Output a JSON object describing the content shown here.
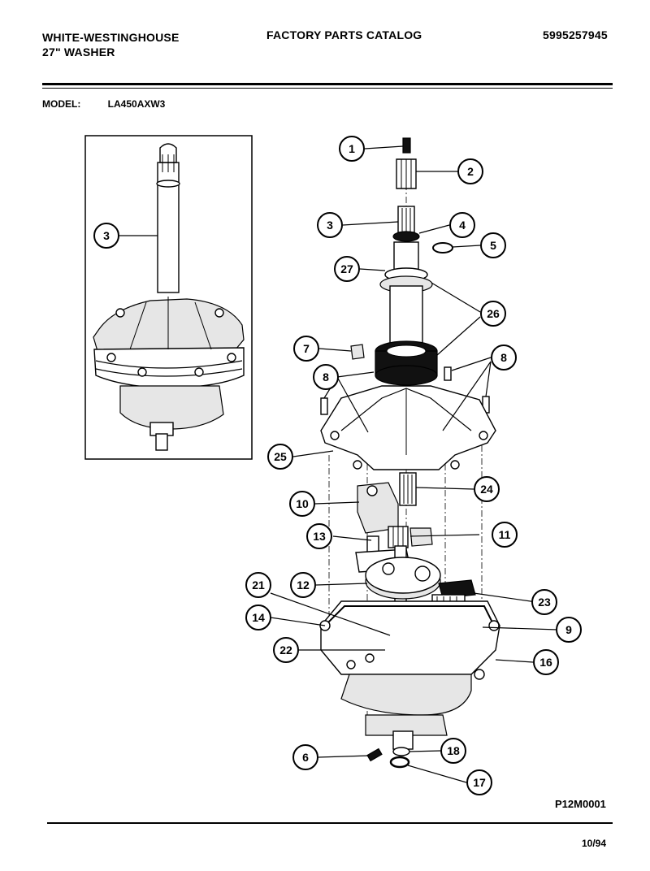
{
  "header": {
    "brand_line1": "WHITE-WESTINGHOUSE",
    "brand_line2": "27\" WASHER",
    "catalog_title": "FACTORY PARTS CATALOG",
    "doc_number": "5995257945"
  },
  "model": {
    "label": "MODEL:",
    "value": "LA450AXW3"
  },
  "inset": {
    "callouts": [
      "3"
    ]
  },
  "main": {
    "callouts": [
      "1",
      "2",
      "3",
      "4",
      "5",
      "27",
      "26",
      "7",
      "8",
      "8",
      "25",
      "10",
      "24",
      "13",
      "11",
      "12",
      "21",
      "23",
      "14",
      "9",
      "22",
      "16",
      "6",
      "18",
      "17"
    ]
  },
  "footer": {
    "figure_code": "P12M0001",
    "date": "10/94"
  }
}
